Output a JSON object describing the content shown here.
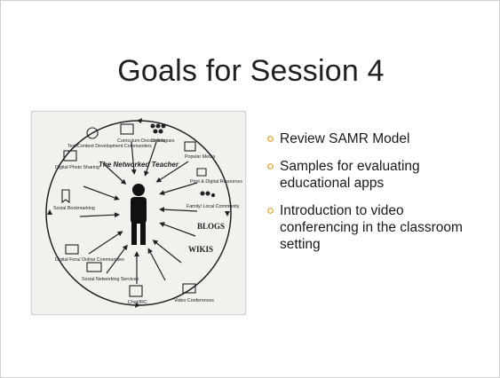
{
  "slide": {
    "title": "Goals for Session 4",
    "bullets": [
      "Review SAMR Model",
      "Samples for evaluating educational apps",
      "Introduction to video conferencing in the classroom setting"
    ]
  },
  "diagram": {
    "center_label": "The Networked Teacher",
    "nodes": [
      "Curriculum Documents",
      "Colleagues",
      "Popular Media",
      "Print & Digital Resources",
      "Family/ Local Community",
      "BLOGS",
      "WIKIS",
      "Video Conferences",
      "Chat/IRC",
      "Social Networking Services",
      "Digital Fora/ Online Communities",
      "Social Bookmarking",
      "Digital Photo Sharing",
      "Text/Content Development Communities"
    ]
  },
  "colors": {
    "bullet": "#e0a030",
    "title": "#1f1f1f",
    "diagram_bg": "#f2f1ee"
  }
}
